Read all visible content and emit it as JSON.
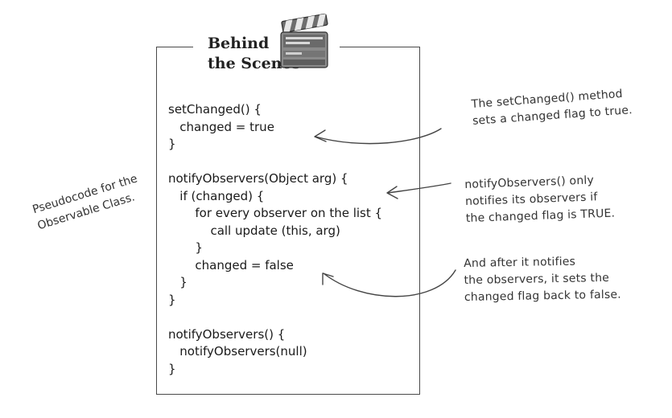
{
  "title": {
    "line1": "Behind",
    "line2": "the Scenes"
  },
  "code": [
    "setChanged() {",
    "   changed = true",
    "}",
    "",
    "notifyObservers(Object arg) {",
    "   if (changed) {",
    "       for every observer on the list {",
    "           call update (this, arg)",
    "       }",
    "       changed = false",
    "   }",
    "}",
    "",
    "notifyObservers() {",
    "   notifyObservers(null)",
    "}"
  ],
  "annotations": {
    "set_changed": [
      "The setChanged() method",
      "sets a changed flag to true."
    ],
    "notify": [
      "notifyObservers() only",
      "notifies its observers if",
      "the changed flag is TRUE."
    ],
    "after_notify": [
      "And after it notifies",
      "the observers, it sets the",
      "changed flag back to false."
    ],
    "side": [
      "Pseudocode for the",
      "Observable Class."
    ]
  },
  "colors": {
    "ink": "#1a1a1a",
    "frame": "#4a4a4a",
    "clapper_body": "#7d7d7d",
    "clapper_dark": "#3a3a3a"
  },
  "icons": {
    "clapperboard": "clapperboard-icon"
  }
}
